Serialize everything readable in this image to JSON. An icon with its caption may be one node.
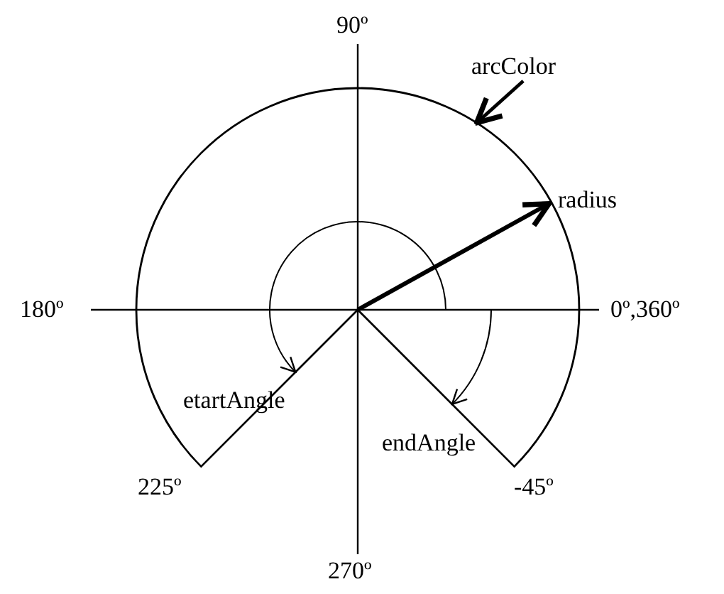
{
  "diagram": {
    "nodes": [
      {
        "text": [
          "arcColor"
        ]
      },
      {
        "text": [],
        "shape": "arc"
      }
    ],
    "edges": [
      {
        "from": 0,
        "to": 1,
        "arrow": "to"
      }
    ],
    "labels": [
      "90º",
      "radius",
      "180º",
      "0º,360º",
      "etartAngle",
      "endAngle",
      "225º",
      "-45º",
      "270º"
    ]
  }
}
